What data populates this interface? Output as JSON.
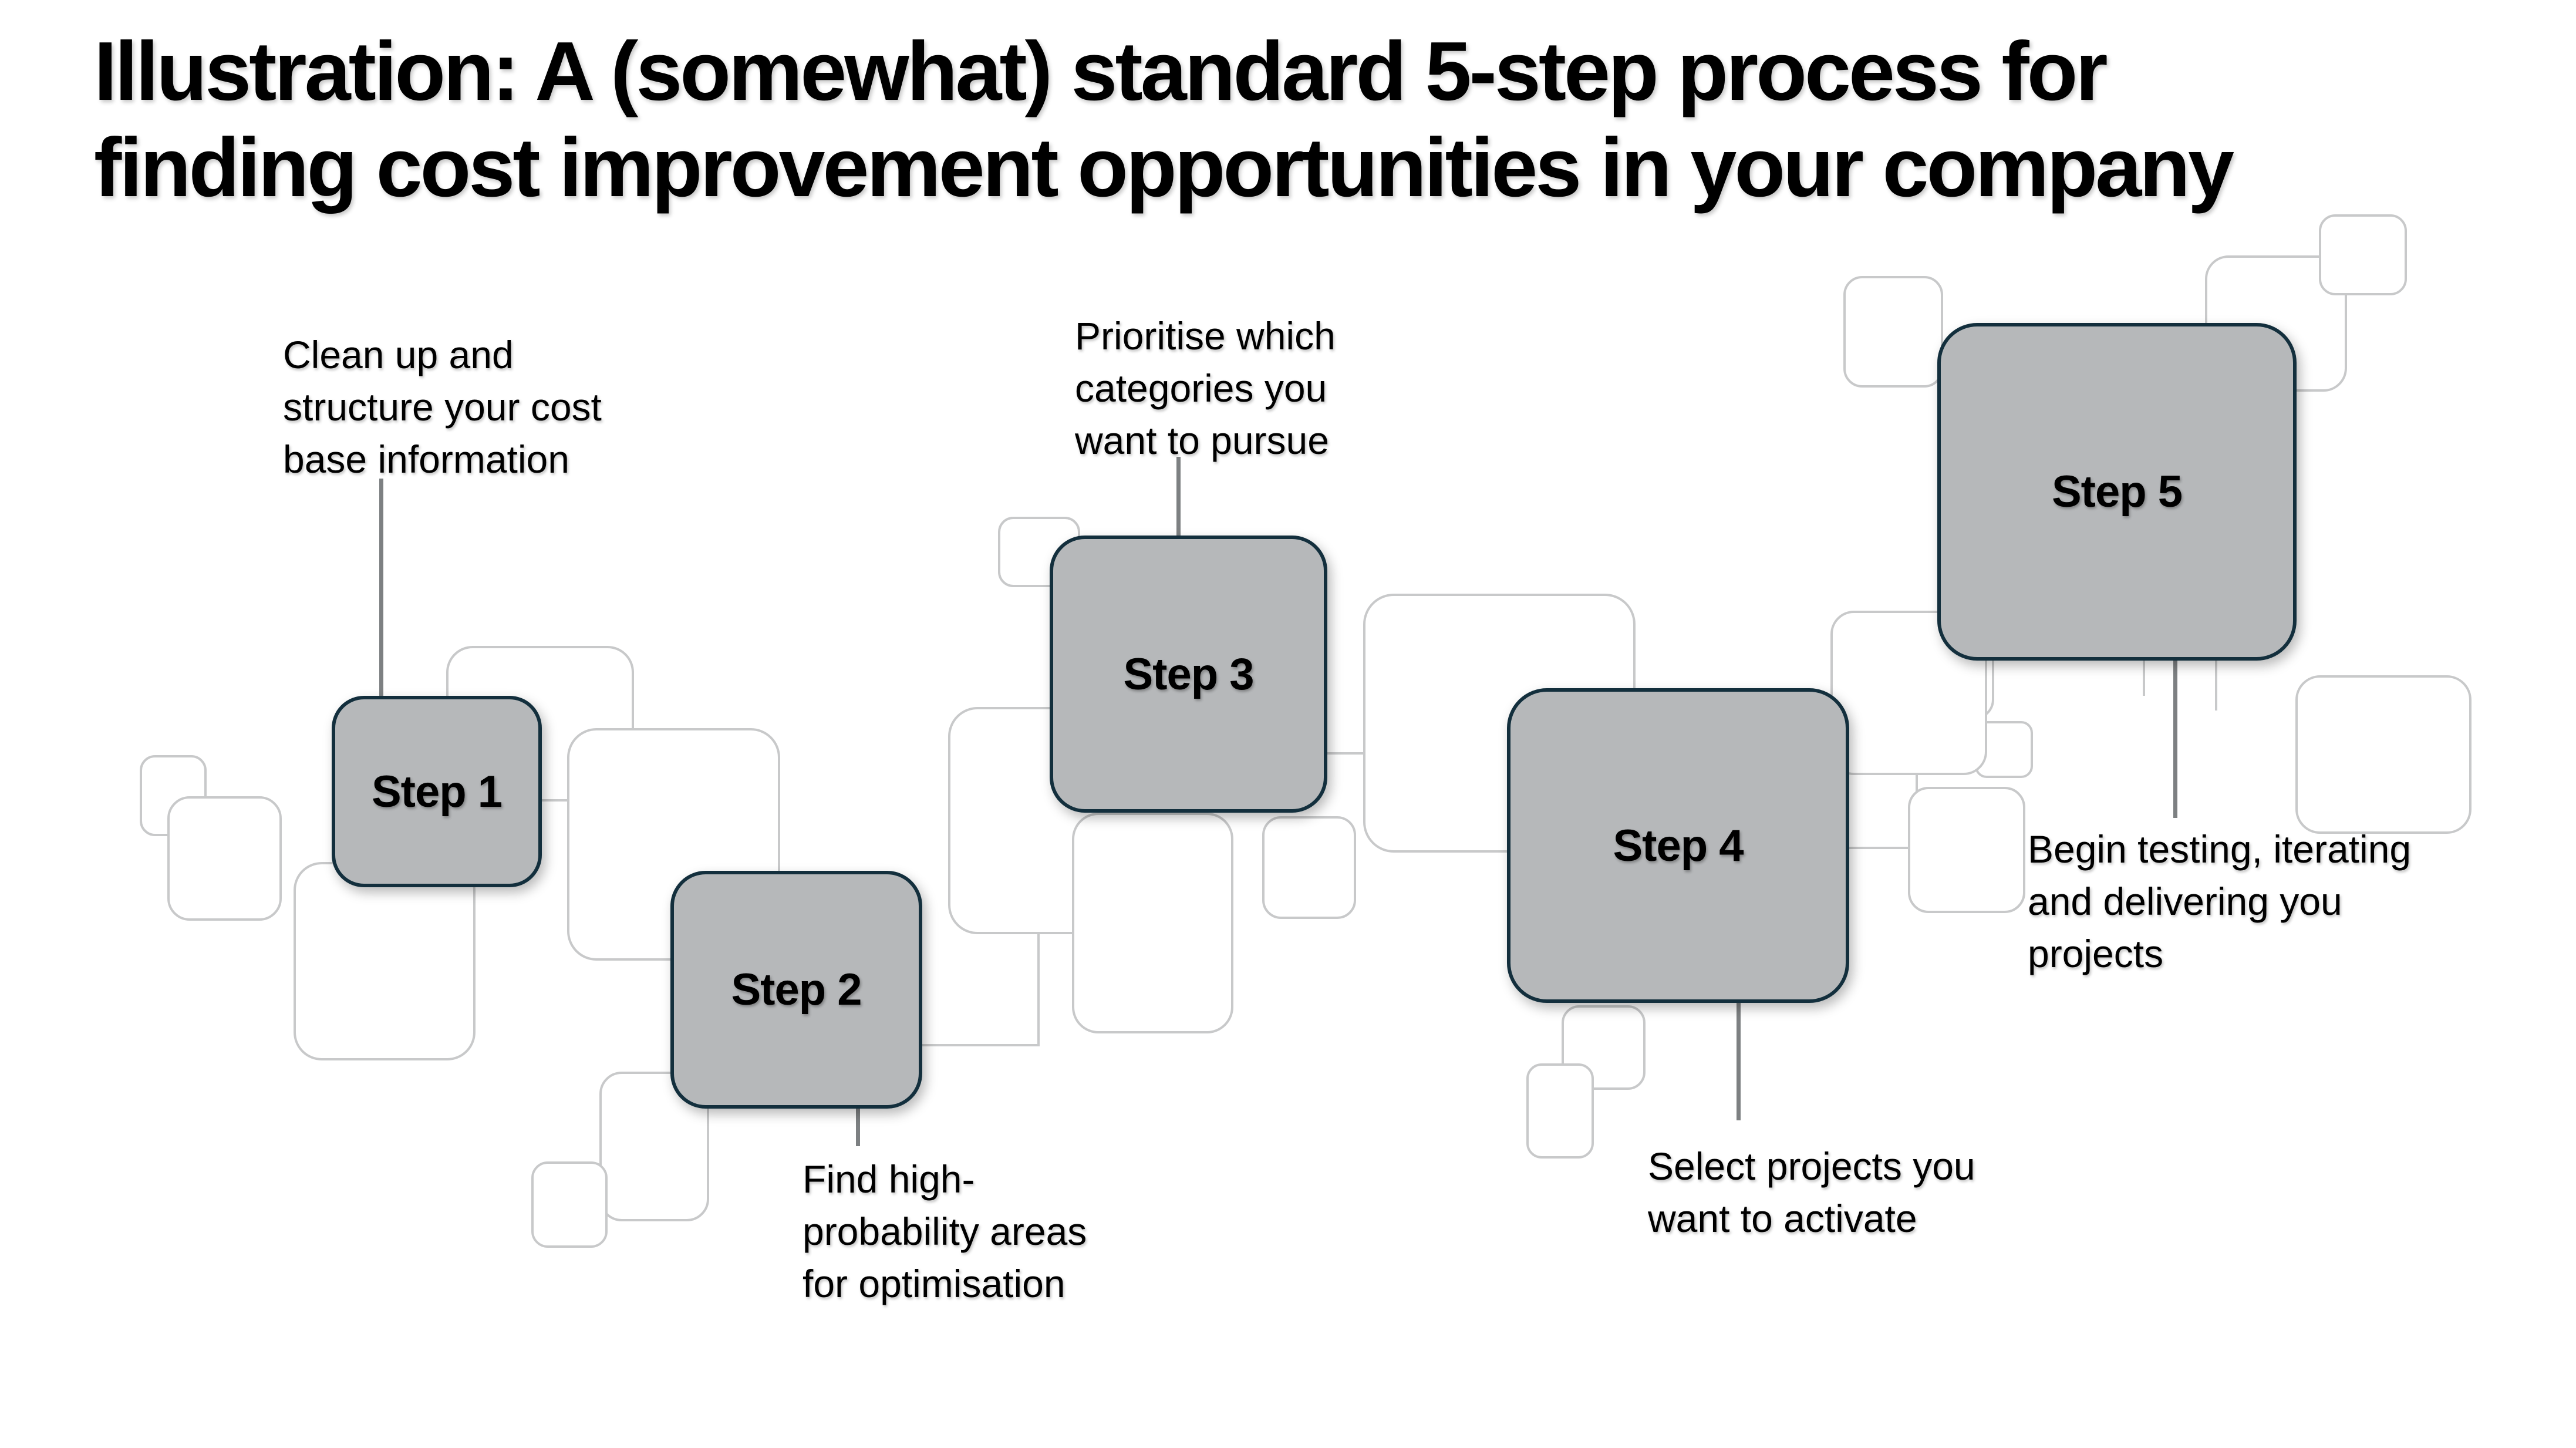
{
  "slide": {
    "title": "Illustration: A (somewhat) standard 5-step process for\nfinding cost improvement opportunities in your company"
  },
  "steps": [
    {
      "label": "Step 1",
      "annotation": "Clean up and\nstructure your cost\nbase information"
    },
    {
      "label": "Step 2",
      "annotation": "Find high-\nprobability areas\nfor optimisation"
    },
    {
      "label": "Step 3",
      "annotation": "Prioritise which\ncategories you\nwant to pursue"
    },
    {
      "label": "Step 4",
      "annotation": "Select projects you\nwant to activate"
    },
    {
      "label": "Step 5",
      "annotation": "Begin testing, iterating\nand delivering you\nprojects"
    }
  ],
  "colors": {
    "background": "#ffffff",
    "text": "#000000",
    "step_fill": "#b6b8ba",
    "step_border": "#132f3d",
    "background_shape_stroke": "#c8c9ca",
    "annotation_line": "#7d8082"
  }
}
